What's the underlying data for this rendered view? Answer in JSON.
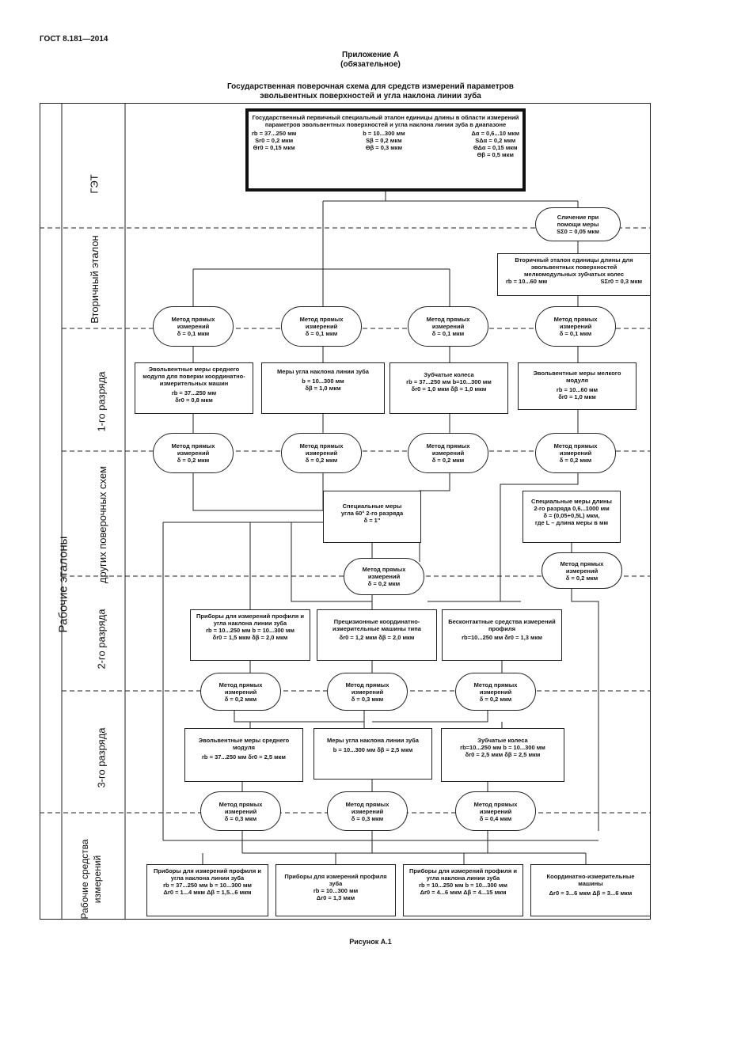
{
  "header": {
    "gost": "ГОСТ 8.181—2014"
  },
  "appendix": {
    "title": "Приложение А",
    "subtitle": "(обязательное)"
  },
  "scheme_title": {
    "line1": "Государственная поверочная схема для средств измерений параметров",
    "line2": "эвольвентных поверхностей и угла наклона линии зуба"
  },
  "side_labels": {
    "get": "ГЭТ",
    "secondary": "Вторичный эталон",
    "working": "Рабочие эталоны",
    "other_schemes": "других поверочных схем",
    "grade1": "1-го разряда",
    "grade2": "2-го разряда",
    "grade3": "3-го разряда",
    "work_means": "Рабочие средства измерений"
  },
  "get_box": {
    "title": "Государственный первичный специальный эталон единицы длины в области измерений параметров эвольвентных поверхностей и угла наклона линии зуба в диапазоне",
    "c1a": "rb = 37...250 мм",
    "c1b": "Sr0 = 0,2 мкм",
    "c1c": "Θr0 = 0,15 мкм",
    "c2a": "b = 10...300 мм",
    "c2b": "Sβ = 0,2 мкм",
    "c2c": "Θβ = 0,3 мкм",
    "c3a": "Δα = 0,6...10 мкм",
    "c3b": "SΔα = 0,2 мкм",
    "c3c": "ΘΔα = 0,15 мкм",
    "c3d": "Θβ = 0,5 мкм"
  },
  "compare_oval": {
    "l1": "Сличение при",
    "l2": "помощи меры",
    "l3": "SΣ0 = 0,05 мкм"
  },
  "secondary_box": {
    "l1": "Вторичный эталон единицы длины для эвольвентных поверхностей",
    "l2": "мелкомодульных зубчатых колес",
    "a": "rb = 10...60 мм",
    "b": "SΣr0 = 0,3 мкм"
  },
  "ovals_row1": [
    {
      "l1": "Метод прямых",
      "l2": "измерений",
      "l3": "δ = 0,1 мкм"
    },
    {
      "l1": "Метод прямых",
      "l2": "измерений",
      "l3": "δ = 0,1 мкм"
    },
    {
      "l1": "Метод прямых",
      "l2": "измерений",
      "l3": "δ = 0,1 мкм"
    },
    {
      "l1": "Метод прямых",
      "l2": "измерений",
      "l3": "δ = 0,1 мкм"
    }
  ],
  "boxes_grade1": [
    {
      "title": "Эвольвентные меры среднего модуля для поверки координатно-измерительных машин",
      "a": "rb = 37...250 мм",
      "b": "δr0 = 0,8 мкм"
    },
    {
      "title": "Меры угла наклона линии зуба",
      "a": "b = 10...300 мм",
      "b": "δβ = 1,0 мкм"
    },
    {
      "title": "Зубчатые колеса",
      "a": "rb = 37...250 мм  b=10...300 мм",
      "b": "δr0 = 1,0 мкм   δβ = 1,0 мкм"
    },
    {
      "title": "Эвольвентные меры мелкого модуля",
      "a": "rb = 10...60 мм",
      "b": "δr0 = 1,0 мкм"
    }
  ],
  "ovals_row2": [
    {
      "l1": "Метод прямых",
      "l2": "измерений",
      "l3": "δ = 0,2 мкм"
    },
    {
      "l1": "Метод прямых",
      "l2": "измерений",
      "l3": "δ = 0,2 мкм"
    },
    {
      "l1": "Метод прямых",
      "l2": "измерений",
      "l3": "δ = 0,2 мкм"
    },
    {
      "l1": "Метод прямых",
      "l2": "измерений",
      "l3": "δ = 0,2 мкм"
    }
  ],
  "special_boxes": [
    {
      "l1": "Специальные меры",
      "l2": "угла 60° 2-го разряда",
      "l3": "δ = 1\""
    },
    {
      "l1": "Специальные меры длины",
      "l2": "2-го разряда 0,6...1000 мм",
      "l3": "δ = (0,05+0,5L) мкм,",
      "l4": "где L – длина меры в мм"
    }
  ],
  "ovals_special": [
    {
      "l1": "Метод прямых",
      "l2": "измерений",
      "l3": "δ = 0,2 мкм"
    },
    {
      "l1": "Метод прямых",
      "l2": "измерений",
      "l3": "δ = 0,2 мкм"
    }
  ],
  "boxes_grade2": [
    {
      "title": "Приборы для измерений профиля и угла наклона линии зуба",
      "a": "rb = 10...250 мм   b = 10...300 мм",
      "b": "δr0 = 1,5 мкм   δβ = 2,0 мкм"
    },
    {
      "title": "Прецизионные координатно-измерительные машины типа",
      "a": "δr0 = 1,2 мкм   δβ = 2,0 мкм"
    },
    {
      "title": "Бесконтактные средства измерений профиля",
      "a": "rb=10...250 мм   δr0 = 1,3 мкм"
    }
  ],
  "ovals_row3": [
    {
      "l1": "Метод прямых",
      "l2": "измерений",
      "l3": "δ = 0,2 мкм"
    },
    {
      "l1": "Метод прямых",
      "l2": "измерений",
      "l3": "δ = 0,3 мкм"
    },
    {
      "l1": "Метод прямых",
      "l2": "измерений",
      "l3": "δ = 0,2 мкм"
    }
  ],
  "boxes_grade3": [
    {
      "title": "Эвольвентные меры среднего модуля",
      "a": "rb = 37...250 мм   δr0 = 2,5 мкм"
    },
    {
      "title": "Меры угла наклона линии зуба",
      "a": "b = 10...300 мм   δβ = 2,5 мкм"
    },
    {
      "title": "Зубчатые колеса",
      "a": "rb=10...250 мм   b = 10...300 мм",
      "b": "δr0 = 2,5 мкм   δβ = 2,5 мкм"
    }
  ],
  "ovals_row4": [
    {
      "l1": "Метод прямых",
      "l2": "измерений",
      "l3": "δ = 0,3 мкм"
    },
    {
      "l1": "Метод прямых",
      "l2": "измерений",
      "l3": "δ = 0,3 мкм"
    },
    {
      "l1": "Метод прямых",
      "l2": "измерений",
      "l3": "δ = 0,4 мкм"
    }
  ],
  "boxes_work": [
    {
      "title": "Приборы для измерений профиля и угла наклона линии зуба",
      "a": "rb = 37...250 мм   b = 10...300 мм",
      "b": "Δr0 = 1...4 мкм   Δβ = 1,5...6 мкм"
    },
    {
      "title": "Приборы для измерений профиля зуба",
      "a": "rb = 10...300 мм",
      "b": "Δr0 = 1,3 мкм"
    },
    {
      "title": "Приборы для измерений профиля и угла наклона линии зуба",
      "a": "rb = 10...250 мм   b = 10...300 мм",
      "b": "Δr0 = 4...6 мкм   Δβ = 4...15 мкм"
    },
    {
      "title": "Координатно-измерительные машины",
      "a": "Δr0 = 3...6 мкм   Δβ = 3...6 мкм"
    }
  ],
  "caption": "Рисунок А.1"
}
